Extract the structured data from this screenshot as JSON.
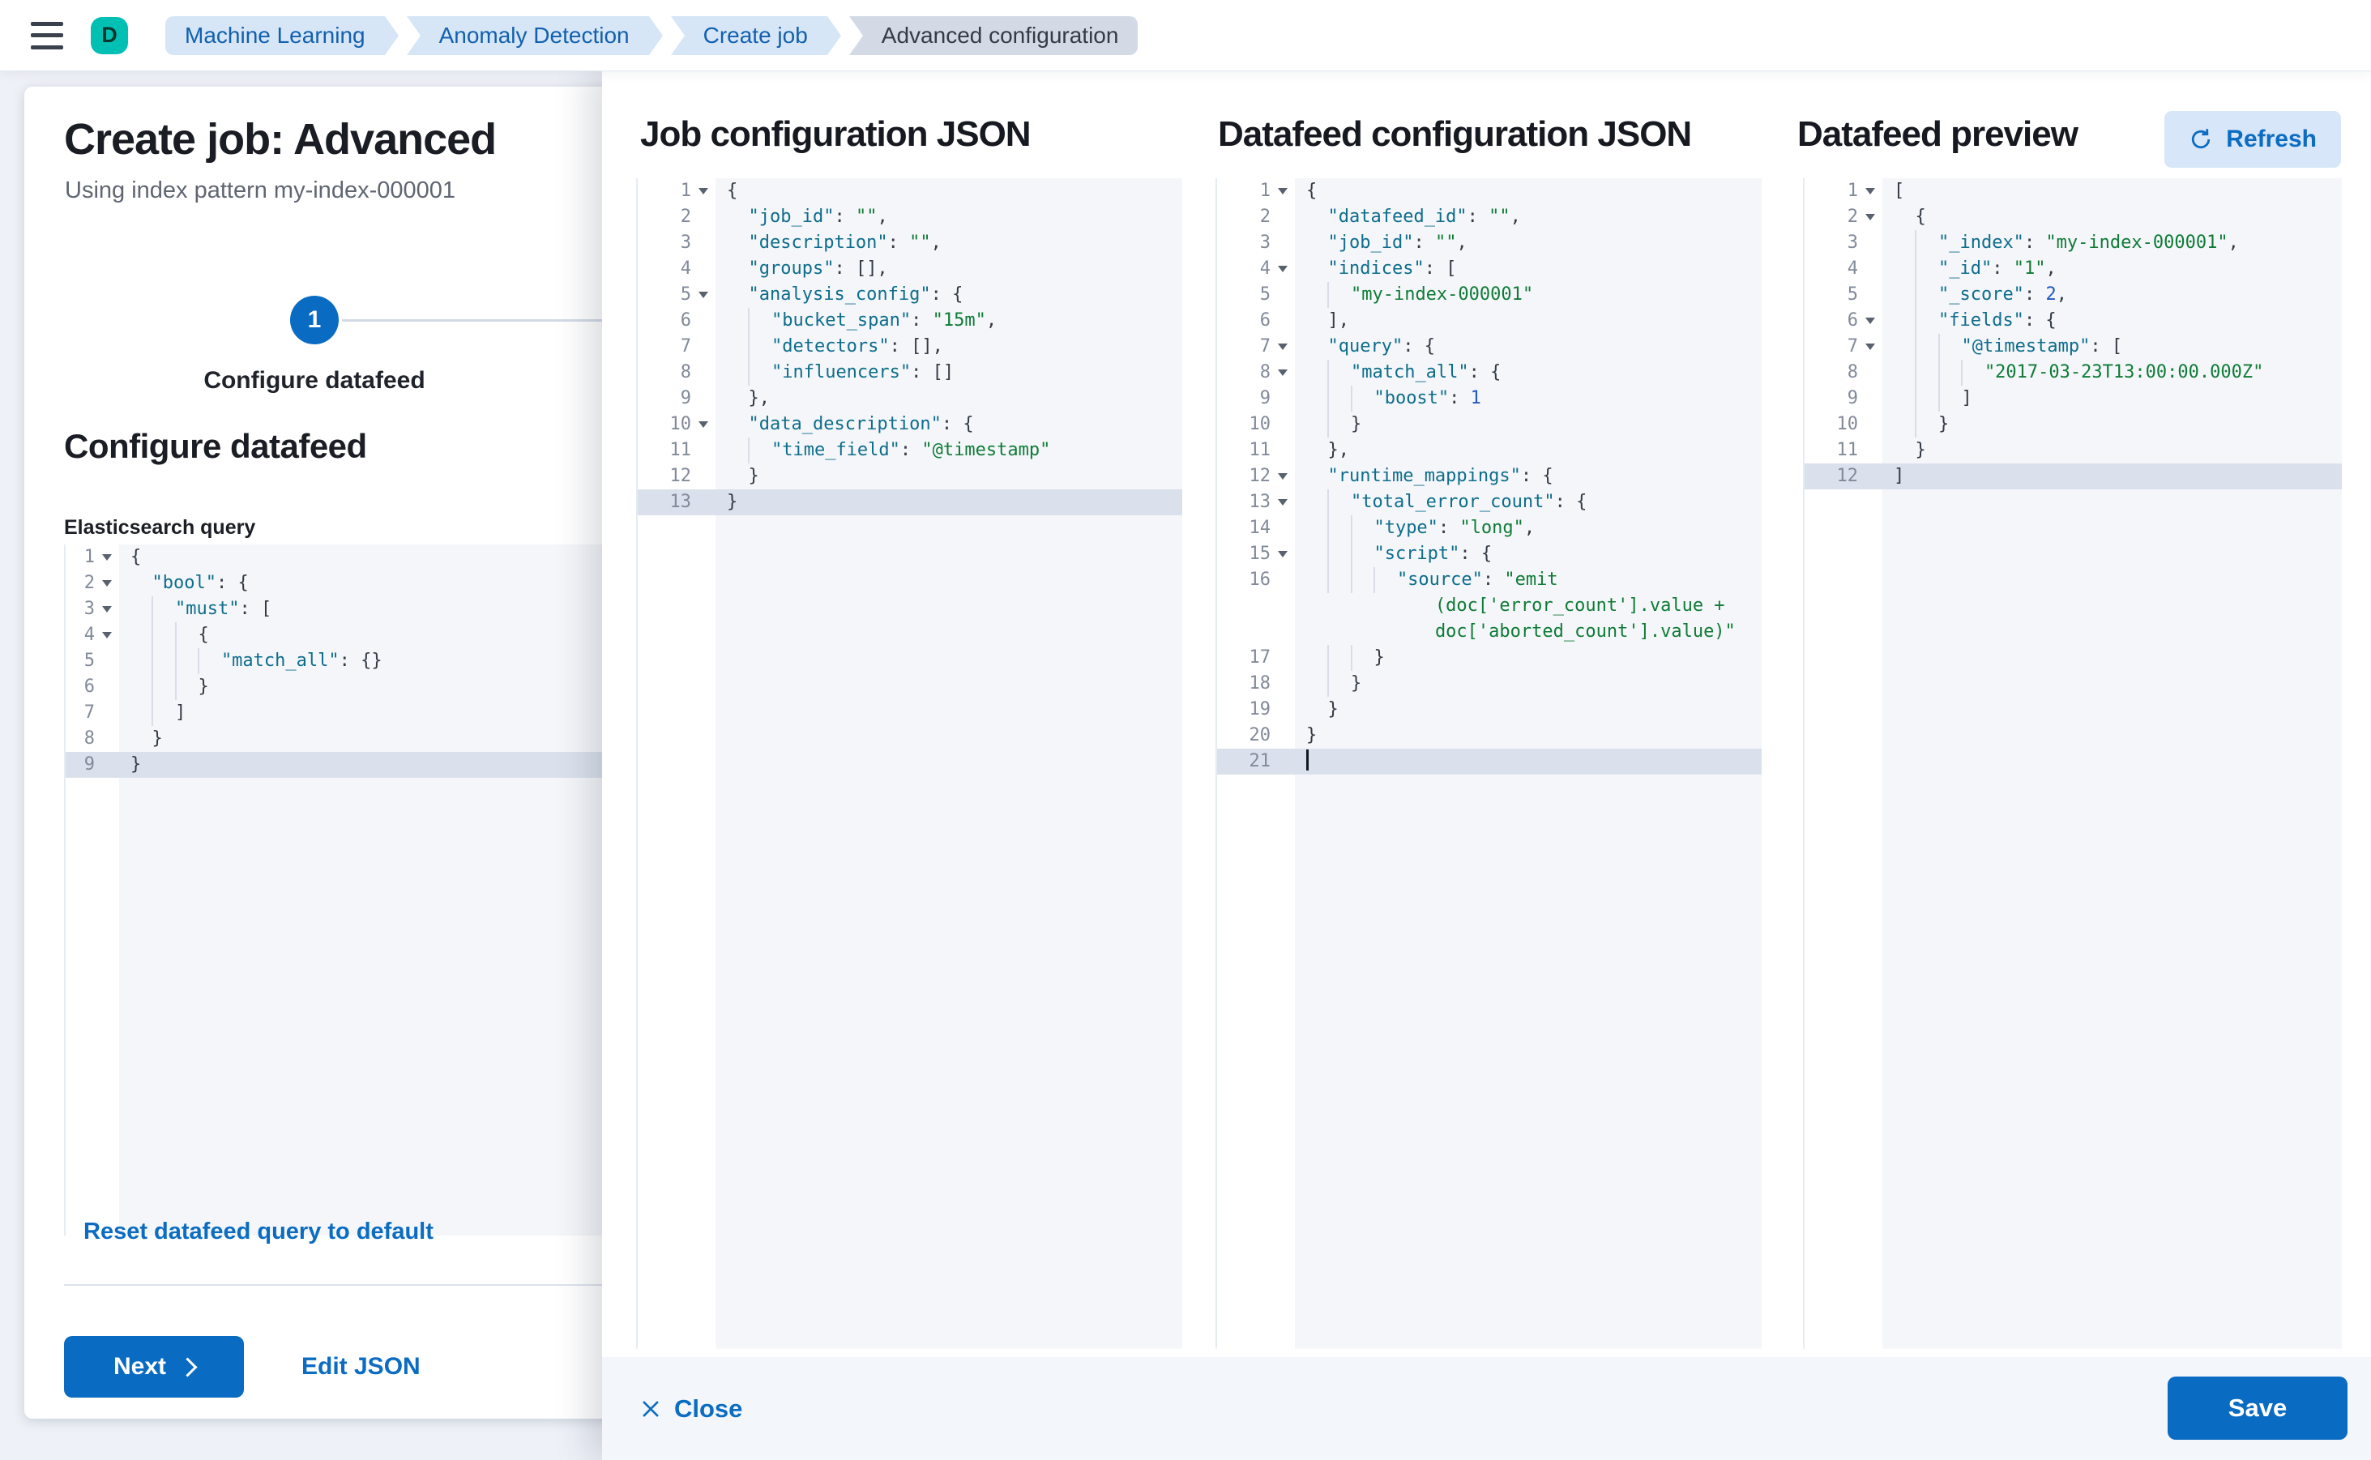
{
  "colors": {
    "primary_blue": "#0a6bc2",
    "link_blue": "#0b6cc2",
    "avatar_teal": "#00bfb3",
    "breadcrumb_blue_bg": "#d6e6f7",
    "breadcrumb_gray_bg": "#d3dae6",
    "editor_bg": "#f4f6f9",
    "active_line_bg": "#dbe1ec",
    "json_key": "#0e6d8c",
    "json_string": "#0f7b37",
    "json_number": "#2257c4"
  },
  "header": {
    "avatar_letter": "D",
    "breadcrumbs": [
      {
        "label": "Machine Learning"
      },
      {
        "label": "Anomaly Detection"
      },
      {
        "label": "Create job"
      },
      {
        "label": "Advanced configuration"
      }
    ]
  },
  "left_panel": {
    "title": "Create job: Advanced",
    "subtitle": "Using index pattern my-index-000001",
    "wizard": {
      "step_number": "1",
      "step_label": "Configure datafeed"
    },
    "section_heading": "Configure datafeed",
    "query_label": "Elasticsearch query",
    "reset_link": "Reset datafeed query to default",
    "next_button": "Next",
    "edit_json_link": "Edit JSON"
  },
  "flyout": {
    "titles": {
      "job": "Job configuration JSON",
      "datafeed": "Datafeed configuration JSON",
      "preview": "Datafeed preview"
    },
    "refresh_button": "Refresh",
    "close_button": "Close",
    "save_button": "Save"
  },
  "editors": {
    "es_query": {
      "lines": [
        {
          "n": 1,
          "i": 0,
          "f": true,
          "seg": [
            [
              "p",
              "{"
            ]
          ]
        },
        {
          "n": 2,
          "i": 1,
          "f": true,
          "seg": [
            [
              "k",
              "\"bool\""
            ],
            [
              "p",
              ": {"
            ]
          ]
        },
        {
          "n": 3,
          "i": 2,
          "f": true,
          "seg": [
            [
              "k",
              "\"must\""
            ],
            [
              "p",
              ": ["
            ]
          ]
        },
        {
          "n": 4,
          "i": 3,
          "f": true,
          "seg": [
            [
              "p",
              "{"
            ]
          ]
        },
        {
          "n": 5,
          "i": 4,
          "seg": [
            [
              "k",
              "\"match_all\""
            ],
            [
              "p",
              ": {}"
            ]
          ]
        },
        {
          "n": 6,
          "i": 3,
          "seg": [
            [
              "p",
              "}"
            ]
          ]
        },
        {
          "n": 7,
          "i": 2,
          "seg": [
            [
              "p",
              "]"
            ]
          ]
        },
        {
          "n": 8,
          "i": 1,
          "seg": [
            [
              "p",
              "}"
            ]
          ]
        },
        {
          "n": 9,
          "i": 0,
          "h": true,
          "seg": [
            [
              "p",
              "}"
            ]
          ]
        }
      ]
    },
    "job_config": {
      "lines": [
        {
          "n": 1,
          "i": 0,
          "f": true,
          "seg": [
            [
              "p",
              "{"
            ]
          ]
        },
        {
          "n": 2,
          "i": 1,
          "seg": [
            [
              "k",
              "\"job_id\""
            ],
            [
              "p",
              ": "
            ],
            [
              "s",
              "\"\""
            ],
            [
              "p",
              ","
            ]
          ]
        },
        {
          "n": 3,
          "i": 1,
          "seg": [
            [
              "k",
              "\"description\""
            ],
            [
              "p",
              ": "
            ],
            [
              "s",
              "\"\""
            ],
            [
              "p",
              ","
            ]
          ]
        },
        {
          "n": 4,
          "i": 1,
          "seg": [
            [
              "k",
              "\"groups\""
            ],
            [
              "p",
              ": [],"
            ]
          ]
        },
        {
          "n": 5,
          "i": 1,
          "f": true,
          "seg": [
            [
              "k",
              "\"analysis_config\""
            ],
            [
              "p",
              ": {"
            ]
          ]
        },
        {
          "n": 6,
          "i": 2,
          "seg": [
            [
              "k",
              "\"bucket_span\""
            ],
            [
              "p",
              ": "
            ],
            [
              "s",
              "\"15m\""
            ],
            [
              "p",
              ","
            ]
          ]
        },
        {
          "n": 7,
          "i": 2,
          "seg": [
            [
              "k",
              "\"detectors\""
            ],
            [
              "p",
              ": [],"
            ]
          ]
        },
        {
          "n": 8,
          "i": 2,
          "seg": [
            [
              "k",
              "\"influencers\""
            ],
            [
              "p",
              ": []"
            ]
          ]
        },
        {
          "n": 9,
          "i": 1,
          "seg": [
            [
              "p",
              "},"
            ]
          ]
        },
        {
          "n": 10,
          "i": 1,
          "f": true,
          "seg": [
            [
              "k",
              "\"data_description\""
            ],
            [
              "p",
              ": {"
            ]
          ]
        },
        {
          "n": 11,
          "i": 2,
          "seg": [
            [
              "k",
              "\"time_field\""
            ],
            [
              "p",
              ": "
            ],
            [
              "s",
              "\"@timestamp\""
            ]
          ]
        },
        {
          "n": 12,
          "i": 1,
          "seg": [
            [
              "p",
              "}"
            ]
          ]
        },
        {
          "n": 13,
          "i": 0,
          "h": true,
          "seg": [
            [
              "p",
              "}"
            ]
          ]
        }
      ]
    },
    "datafeed_config": {
      "lines": [
        {
          "n": 1,
          "i": 0,
          "f": true,
          "seg": [
            [
              "p",
              "{"
            ]
          ]
        },
        {
          "n": 2,
          "i": 1,
          "seg": [
            [
              "k",
              "\"datafeed_id\""
            ],
            [
              "p",
              ": "
            ],
            [
              "s",
              "\"\""
            ],
            [
              "p",
              ","
            ]
          ]
        },
        {
          "n": 3,
          "i": 1,
          "seg": [
            [
              "k",
              "\"job_id\""
            ],
            [
              "p",
              ": "
            ],
            [
              "s",
              "\"\""
            ],
            [
              "p",
              ","
            ]
          ]
        },
        {
          "n": 4,
          "i": 1,
          "f": true,
          "seg": [
            [
              "k",
              "\"indices\""
            ],
            [
              "p",
              ": ["
            ]
          ]
        },
        {
          "n": 5,
          "i": 2,
          "seg": [
            [
              "s",
              "\"my-index-000001\""
            ]
          ]
        },
        {
          "n": 6,
          "i": 1,
          "seg": [
            [
              "p",
              "],"
            ]
          ]
        },
        {
          "n": 7,
          "i": 1,
          "f": true,
          "seg": [
            [
              "k",
              "\"query\""
            ],
            [
              "p",
              ": {"
            ]
          ]
        },
        {
          "n": 8,
          "i": 2,
          "f": true,
          "seg": [
            [
              "k",
              "\"match_all\""
            ],
            [
              "p",
              ": {"
            ]
          ]
        },
        {
          "n": 9,
          "i": 3,
          "seg": [
            [
              "k",
              "\"boost\""
            ],
            [
              "p",
              ": "
            ],
            [
              "n2",
              "1"
            ]
          ]
        },
        {
          "n": 10,
          "i": 2,
          "seg": [
            [
              "p",
              "}"
            ]
          ]
        },
        {
          "n": 11,
          "i": 1,
          "seg": [
            [
              "p",
              "},"
            ]
          ]
        },
        {
          "n": 12,
          "i": 1,
          "f": true,
          "seg": [
            [
              "k",
              "\"runtime_mappings\""
            ],
            [
              "p",
              ": {"
            ]
          ]
        },
        {
          "n": 13,
          "i": 2,
          "f": true,
          "seg": [
            [
              "k",
              "\"total_error_count\""
            ],
            [
              "p",
              ": {"
            ]
          ]
        },
        {
          "n": 14,
          "i": 3,
          "seg": [
            [
              "k",
              "\"type\""
            ],
            [
              "p",
              ": "
            ],
            [
              "s",
              "\"long\""
            ],
            [
              "p",
              ","
            ]
          ]
        },
        {
          "n": 15,
          "i": 3,
          "f": true,
          "seg": [
            [
              "k",
              "\"script\""
            ],
            [
              "p",
              ": {"
            ]
          ]
        },
        {
          "n": 16,
          "i": 4,
          "seg": [
            [
              "k",
              "\"source\""
            ],
            [
              "p",
              ": "
            ],
            [
              "s",
              "\"emit"
            ]
          ],
          "wrap": [
            [
              [
                "s",
                "(doc['error_count'].value +"
              ]
            ],
            [
              [
                "s",
                "doc['aborted_count'].value)\""
              ]
            ]
          ]
        },
        {
          "n": 17,
          "i": 3,
          "seg": [
            [
              "p",
              "}"
            ]
          ]
        },
        {
          "n": 18,
          "i": 2,
          "seg": [
            [
              "p",
              "}"
            ]
          ]
        },
        {
          "n": 19,
          "i": 1,
          "seg": [
            [
              "p",
              "}"
            ]
          ]
        },
        {
          "n": 20,
          "i": 0,
          "seg": [
            [
              "p",
              "}"
            ]
          ]
        },
        {
          "n": 21,
          "i": 0,
          "h": true,
          "cur": true,
          "seg": []
        }
      ]
    },
    "preview": {
      "lines": [
        {
          "n": 1,
          "i": 0,
          "f": true,
          "seg": [
            [
              "p",
              "["
            ]
          ]
        },
        {
          "n": 2,
          "i": 1,
          "f": true,
          "seg": [
            [
              "p",
              "{"
            ]
          ]
        },
        {
          "n": 3,
          "i": 2,
          "seg": [
            [
              "k",
              "\"_index\""
            ],
            [
              "p",
              ": "
            ],
            [
              "s",
              "\"my-index-000001\""
            ],
            [
              "p",
              ","
            ]
          ]
        },
        {
          "n": 4,
          "i": 2,
          "seg": [
            [
              "k",
              "\"_id\""
            ],
            [
              "p",
              ": "
            ],
            [
              "s",
              "\"1\""
            ],
            [
              "p",
              ","
            ]
          ]
        },
        {
          "n": 5,
          "i": 2,
          "seg": [
            [
              "k",
              "\"_score\""
            ],
            [
              "p",
              ": "
            ],
            [
              "n2",
              "2"
            ],
            [
              "p",
              ","
            ]
          ]
        },
        {
          "n": 6,
          "i": 2,
          "f": true,
          "seg": [
            [
              "k",
              "\"fields\""
            ],
            [
              "p",
              ": {"
            ]
          ]
        },
        {
          "n": 7,
          "i": 3,
          "f": true,
          "seg": [
            [
              "k",
              "\"@timestamp\""
            ],
            [
              "p",
              ": ["
            ]
          ]
        },
        {
          "n": 8,
          "i": 4,
          "seg": [
            [
              "s",
              "\"2017-03-23T13:00:00.000Z\""
            ]
          ]
        },
        {
          "n": 9,
          "i": 3,
          "seg": [
            [
              "p",
              "]"
            ]
          ]
        },
        {
          "n": 10,
          "i": 2,
          "seg": [
            [
              "p",
              "}"
            ]
          ]
        },
        {
          "n": 11,
          "i": 1,
          "seg": [
            [
              "p",
              "}"
            ]
          ]
        },
        {
          "n": 12,
          "i": 0,
          "h": true,
          "seg": [
            [
              "p",
              "]"
            ]
          ]
        }
      ]
    }
  }
}
